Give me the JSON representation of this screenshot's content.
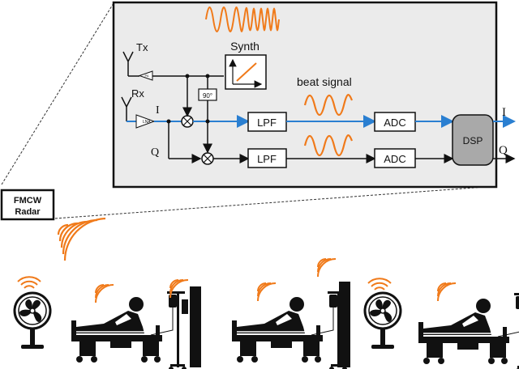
{
  "diagram": {
    "radar_label_line1": "FMCW",
    "radar_label_line2": "Radar",
    "synth_label": "Synth",
    "tx_label": "Tx",
    "rx_label": "Rx",
    "phase_label": "90°",
    "lna_label": "LNA",
    "pa_label": "PA",
    "i_label": "I",
    "q_label": "Q",
    "lpf_label": "LPF",
    "adc_label": "ADC",
    "dsp_label": "DSP",
    "beat_label": "beat signal",
    "out_i_label": "I",
    "out_q_label": "Q"
  },
  "colors": {
    "signal_blue": "#2a7fd1",
    "wave_orange": "#f07a1a",
    "panel_gray": "#ebebeb",
    "dsp_gray": "#a9a9a9"
  },
  "icons": [
    "antenna-icon",
    "mixer-icon",
    "fan-icon",
    "hospital-bed-icon",
    "patient-icon",
    "iv-stand-icon",
    "wall-icon",
    "wifi-wave-icon"
  ]
}
